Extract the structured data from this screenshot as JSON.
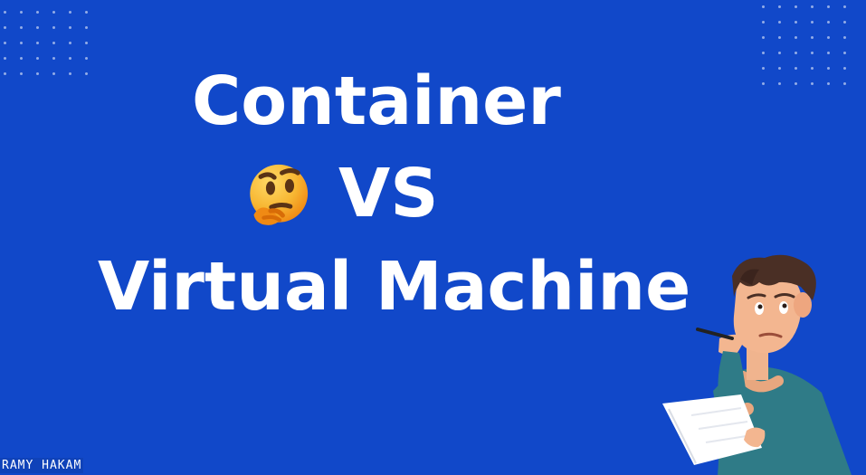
{
  "title": {
    "line1": "Container",
    "line2": "VS",
    "line3": "Virtual Machine"
  },
  "emoji": "thinking-face-icon",
  "credit": "RAMY HAKAM",
  "illustration": "thinking-person-with-paper",
  "colors": {
    "background": "#1148c9",
    "text": "#ffffff",
    "emoji_face": "#f7b733",
    "shirt": "#2f7b87",
    "hair": "#4a2f25"
  }
}
